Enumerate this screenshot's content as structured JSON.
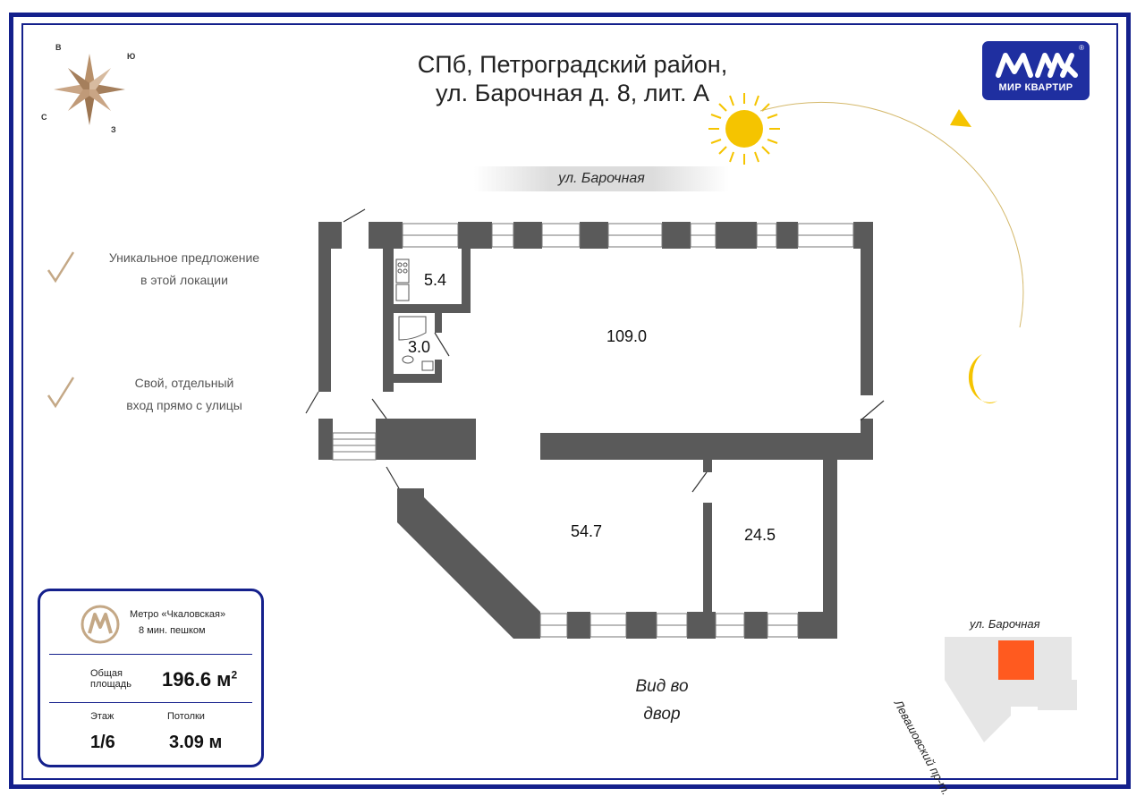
{
  "header": {
    "title_line1": "СПб, Петроградский район,",
    "title_line2": "ул. Барочная д. 8, лит. А"
  },
  "logo": {
    "text": "МИР КВАРТИР",
    "reg": "®"
  },
  "compass": {
    "north": "В",
    "east": "Ю",
    "south": "З",
    "west": "С"
  },
  "street_top": "ул. Барочная",
  "features": [
    {
      "line1": "Уникальное предложение",
      "line2": "в этой локации"
    },
    {
      "line1": "Свой, отдельный",
      "line2": "вход прямо с улицы"
    }
  ],
  "rooms": [
    {
      "label": "5.4",
      "area": 5.4
    },
    {
      "label": "3.0",
      "area": 3.0
    },
    {
      "label": "109.0",
      "area": 109.0
    },
    {
      "label": "54.7",
      "area": 54.7
    },
    {
      "label": "24.5",
      "area": 24.5
    }
  ],
  "view": {
    "line1": "Вид во",
    "line2": "двор"
  },
  "info": {
    "metro_name": "Метро «Чкаловская»",
    "metro_walk": "8 мин. пешком",
    "area_label_line1": "Общая",
    "area_label_line2": "площадь",
    "area_value": "196.6 м",
    "area_unit_sup": "2",
    "floor_label": "Этаж",
    "floor_value": "1/6",
    "ceiling_label": "Потолки",
    "ceiling_value": "3.09 м"
  },
  "location_map": {
    "street_1": "ул. Барочная",
    "street_2": "Левашовский пр-т."
  },
  "colors": {
    "frame": "#14208c",
    "wall": "#5a5a5a",
    "accent_sun": "#f5c400",
    "highlight": "#ff5a1f",
    "compass": "#b8906a"
  }
}
